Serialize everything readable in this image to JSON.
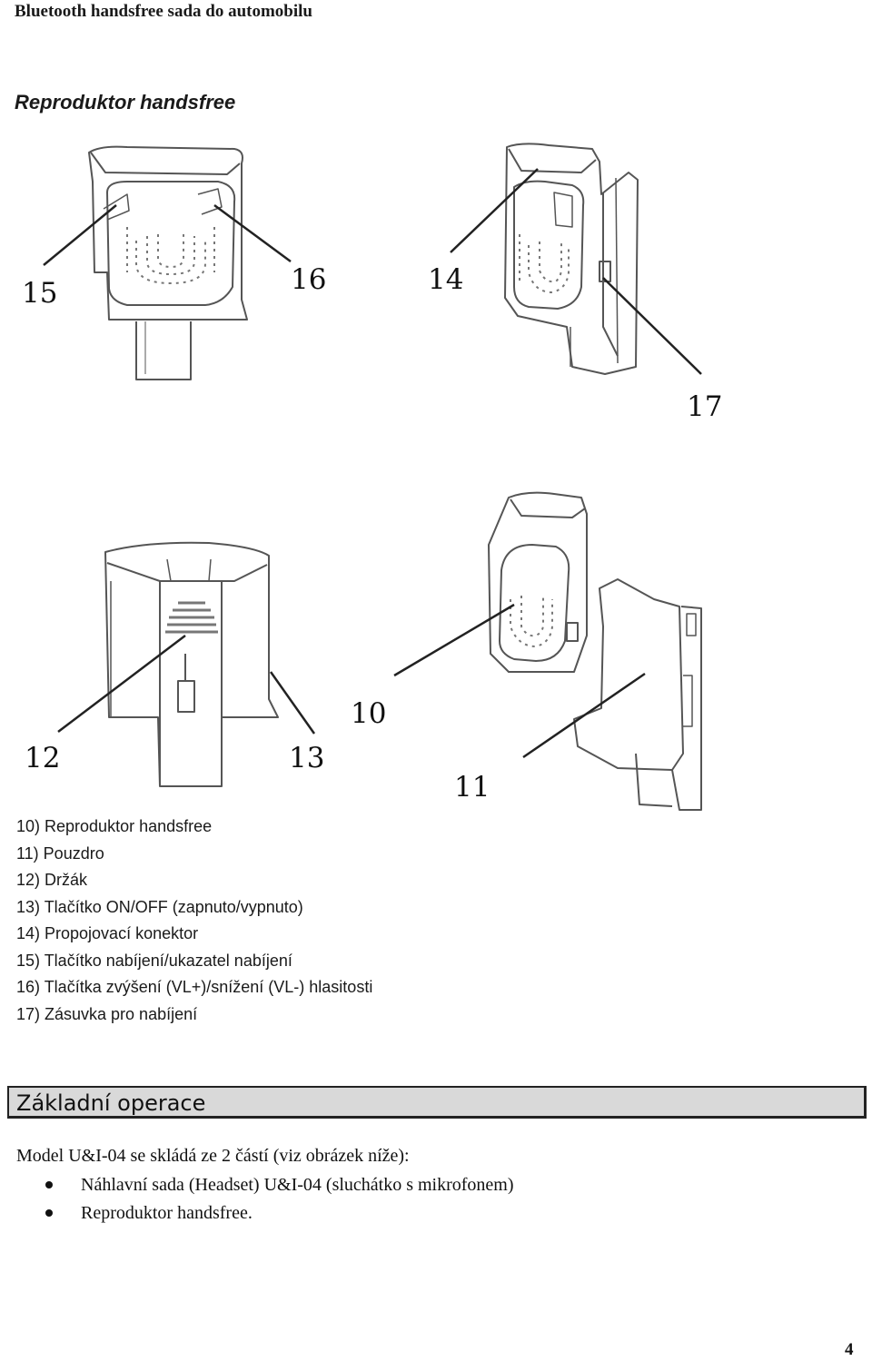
{
  "header": {
    "title": "Bluetooth handsfree sada do automobilu"
  },
  "section": {
    "title": "Reproduktor handsfree"
  },
  "figure": {
    "callouts": [
      "15",
      "16",
      "14",
      "17",
      "12",
      "13",
      "10",
      "11"
    ]
  },
  "parts": [
    "10) Reproduktor handsfree",
    "11) Pouzdro",
    "12) Držák",
    "13) Tlačítko ON/OFF (zapnuto/vypnuto)",
    "14) Propojovací konektor",
    "15) Tlačítko nabíjení/ukazatel nabíjení",
    "16) Tlačítka zvýšení (VL+)/snížení (VL-) hlasitosti",
    "17) Zásuvka pro nabíjení"
  ],
  "operations": {
    "title": "Základní operace",
    "intro": "Model U&I-04 se skládá ze 2 částí (viz obrázek níže):",
    "items": [
      "Náhlavní sada (Headset) U&I-04 (sluchátko s mikrofonem)",
      "Reproduktor handsfree."
    ]
  },
  "page_number": "4"
}
